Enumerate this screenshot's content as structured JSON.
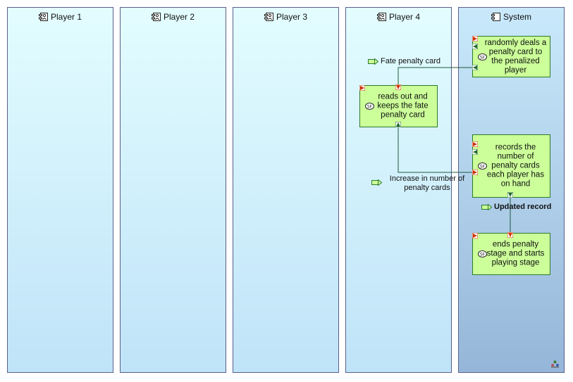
{
  "lanes": [
    {
      "label": "Player 1"
    },
    {
      "label": "Player 2"
    },
    {
      "label": "Player 3"
    },
    {
      "label": "Player 4"
    },
    {
      "label": "System"
    }
  ],
  "functions": {
    "deal": "randomly deals a penalty card to the penalized player",
    "read": "reads out and keeps the fate penalty card",
    "record": "records the number of penalty cards each player has on hand",
    "end": "ends penalty stage and starts playing stage"
  },
  "flows": {
    "fate_card": "Fate penalty card",
    "increase": "Increase in number of penalty cards",
    "updated": "Updated record"
  },
  "colors": {
    "lane_border": "#5a5f8a",
    "function_fill": "#ccff99",
    "function_border": "#2b7a2b",
    "input_port": "#cc3300",
    "output_port": "#1f6a2a"
  }
}
